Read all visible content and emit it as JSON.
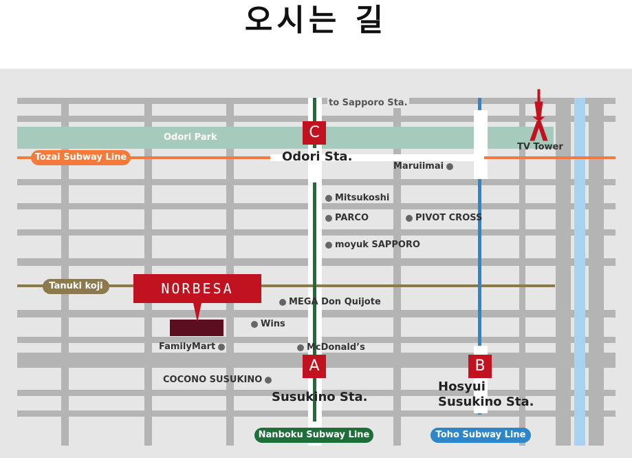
{
  "title": "오시는 길",
  "top_label": "to Sapporo Sta.",
  "park": "Odori Park",
  "tv_tower": "TV Tower",
  "lines": {
    "tozai": "Tozai Subway Line",
    "nanboku": "Nanboku Subway Line",
    "toho": "Toho Subway Line",
    "tanuki": "Tanuki koji"
  },
  "stations": {
    "odori": "Odori Sta.",
    "susukino": "Susukino Sta.",
    "hosyui_1": "Hosyui",
    "hosyui_2": "Susukino Sta."
  },
  "exits": {
    "c": "C",
    "a": "A",
    "b": "B"
  },
  "pois": {
    "maruiimai": "Maruiimai",
    "mitsukoshi": "Mitsukoshi",
    "parco": "PARCO",
    "pivot": "PIVOT CROSS",
    "moyuk": "moyuk SAPPORO",
    "mega": "MEGA Don Quijote",
    "wins": "Wins",
    "familymart": "FamilyMart",
    "mcdonalds": "McDonald’s",
    "cocono": "COCONO SUSUKINO"
  },
  "brand": "NORBESA",
  "colors": {
    "tozai": "#f47a3c",
    "nanboku": "#1e6e3a",
    "toho": "#2e86c8",
    "tanuki": "#8c7a4c",
    "park": "#a6cbbc",
    "brand_red": "#c1121f",
    "building": "#5a0e1e",
    "river": "#a9d1f0"
  }
}
